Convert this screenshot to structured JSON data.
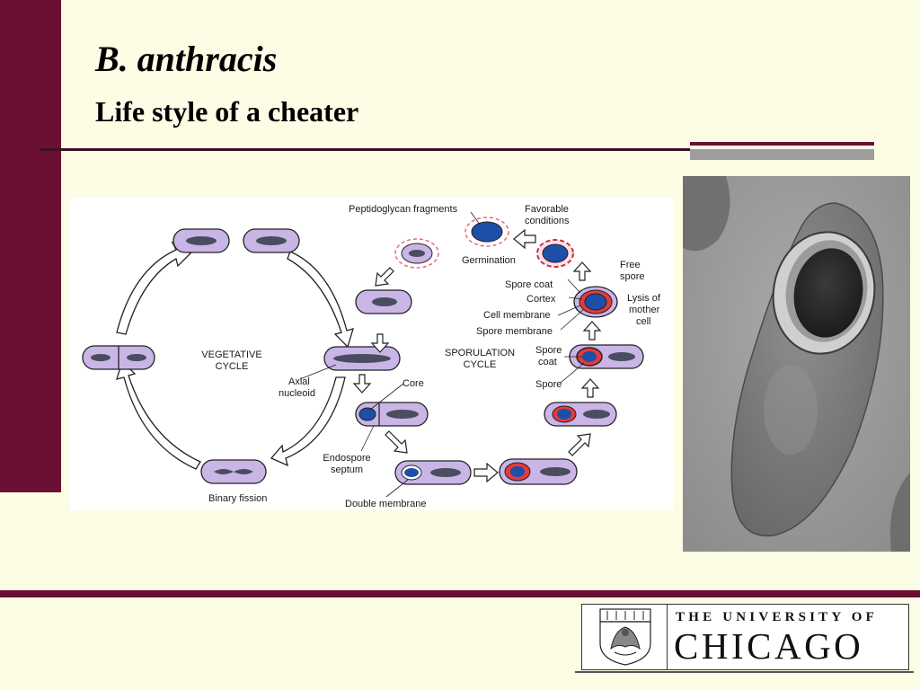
{
  "slide": {
    "title": "B. anthracis",
    "subtitle": "Life style of a cheater"
  },
  "diagram": {
    "labels": {
      "peptidoglycan_fragments": "Peptidoglycan fragments",
      "favorable_conditions_1": "Favorable",
      "favorable_conditions_2": "conditions",
      "germination": "Germination",
      "free_spore_1": "Free",
      "free_spore_2": "spore",
      "spore_coat": "Spore coat",
      "cortex": "Cortex",
      "cell_membrane": "Cell membrane",
      "spore_membrane": "Spore membrane",
      "lysis_1": "Lysis of",
      "lysis_2": "mother",
      "lysis_3": "cell",
      "vegetative_1": "VEGETATIVE",
      "vegetative_2": "CYCLE",
      "sporulation_1": "SPORULATION",
      "sporulation_2": "CYCLE",
      "axial_1": "Axial",
      "axial_2": "nucleoid",
      "core": "Core",
      "spore_coat_2a": "Spore",
      "spore_coat_2b": "coat",
      "spore": "Spore",
      "endospore_1": "Endospore",
      "endospore_2": "septum",
      "binary_fission": "Binary fission",
      "double_membrane": "Double membrane"
    }
  },
  "logo": {
    "line1": "THE UNIVERSITY OF",
    "line2": "CHICAGO"
  },
  "colors": {
    "maroon": "#6b0f33",
    "background": "#fdfde6",
    "cell_fill": "#c9b5e6",
    "nucleoid": "#4a4d60",
    "spore_core": "#1e4fa8",
    "cortex": "#e23b3b"
  }
}
